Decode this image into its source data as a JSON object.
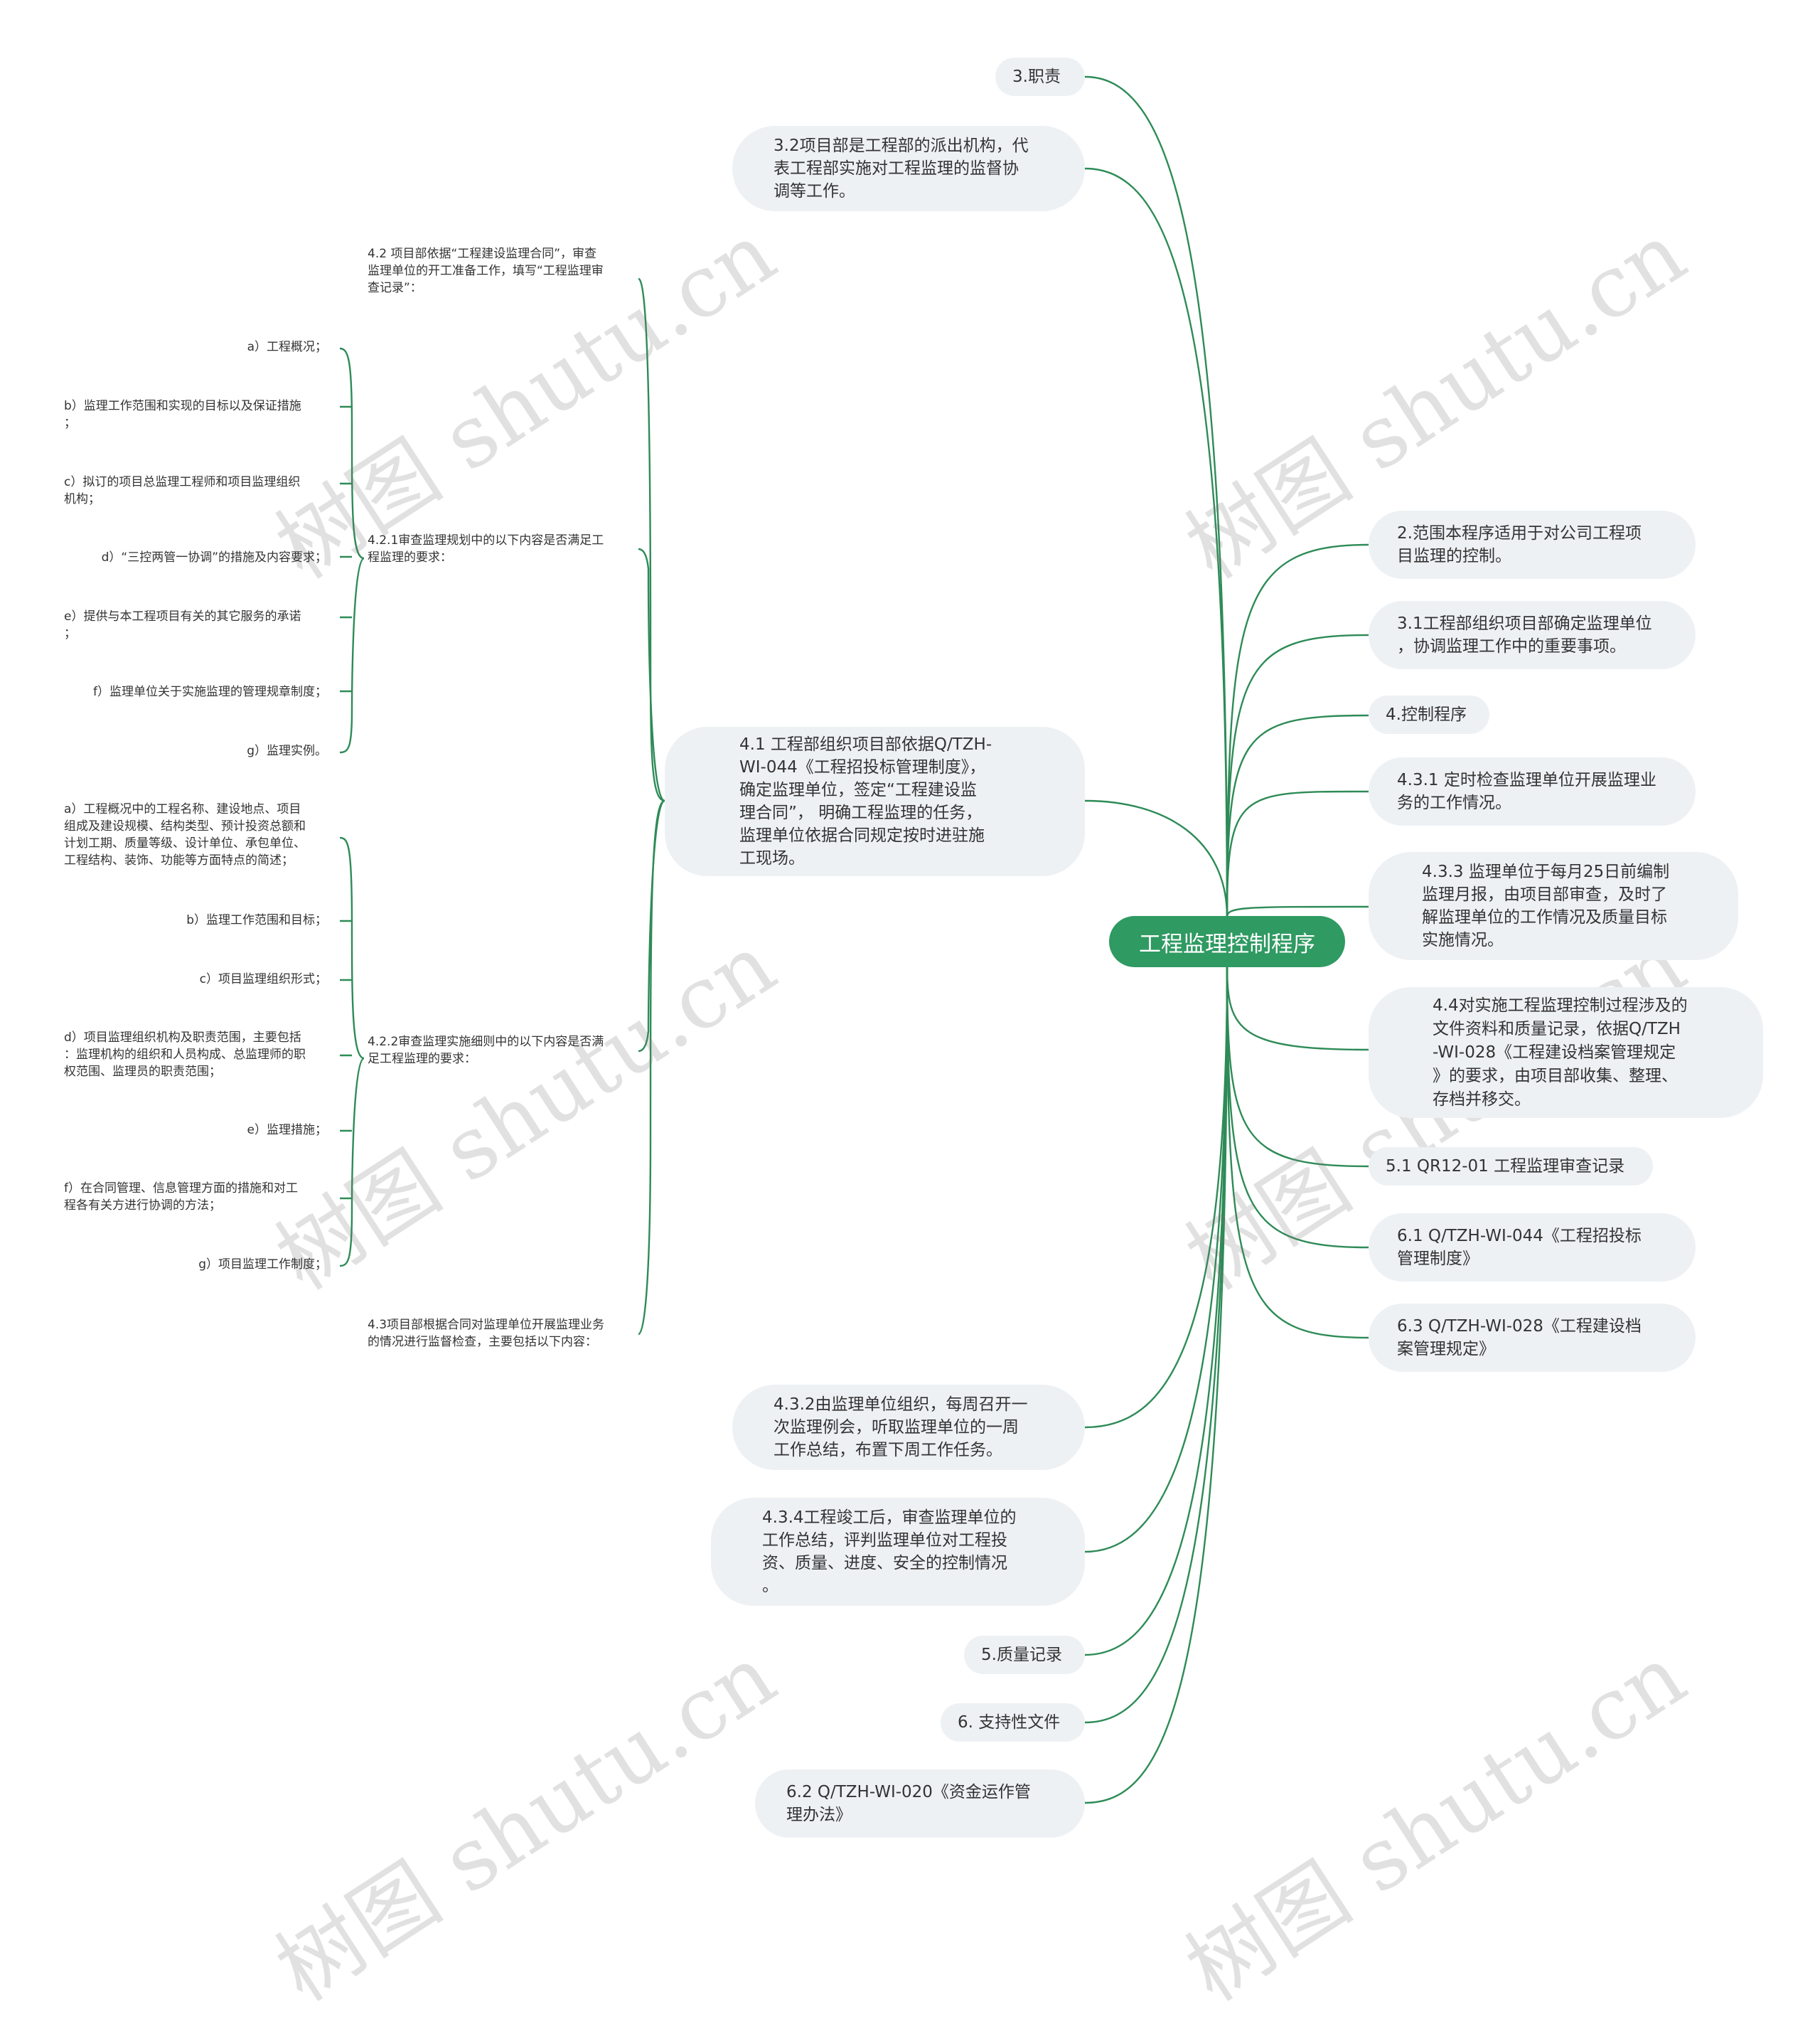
{
  "root": "工程监理控制程序",
  "left_nodes": {
    "n_3": "3.职责",
    "n_32": "3.2项目部是工程部的派出机构，代\n表工程部实施对工程监理的监督协\n调等工作。",
    "n_41": "4.1 工程部组织项目部依据Q/TZH-\nWI-044《工程招投标管理制度》，\n确定监理单位，签定“工程建设监\n理合同”， 明确工程监理的任务，\n监理单位依据合同规定按时进驻施\n工现场。",
    "n_432": "4.3.2由监理单位组织，每周召开一\n次监理例会，听取监理单位的一周\n工作总结，布置下周工作任务。",
    "n_434": "4.3.4工程竣工后，审查监理单位的\n工作总结，评判监理单位对工程投\n资、质量、进度、安全的控制情况\n。",
    "n_5": "5.质量记录",
    "n_6": "6. 支持性文件",
    "n_62": "6.2 Q/TZH-WI-020《资金运作管\n理办法》"
  },
  "right_nodes": {
    "n_2": "2.范围本程序适用于对公司工程项\n目监理的控制。",
    "n_31": "3.1工程部组织项目部确定监理单位\n，协调监理工作中的重要事项。",
    "n_4": "4.控制程序",
    "n_431": "4.3.1 定时检查监理单位开展监理业\n务的工作情况。",
    "n_433": "4.3.3 监理单位于每月25日前编制\n监理月报，由项目部审查，及时了\n解监理单位的工作情况及质量目标\n实施情况。",
    "n_44": "4.4对实施工程监理控制过程涉及的\n文件资料和质量记录，依据Q/TZH\n-WI-028《工程建设档案管理规定\n》的要求，由项目部收集、整理、\n存档并移交。",
    "n_51": "5.1 QR12-01 工程监理审查记录",
    "n_61": "6.1 Q/TZH-WI-044《工程招投标\n管理制度》",
    "n_63": "6.3 Q/TZH-WI-028《工程建设档\n案管理规定》"
  },
  "sub_41": {
    "s_42": "4.2 项目部依据“工程建设监理合同”，审查\n监理单位的开工准备工作，填写“工程监理审\n查记录”：",
    "s_421": "4.2.1审查监理规划中的以下内容是否满足工\n程监理的要求：",
    "s_422": "4.2.2审查监理实施细则中的以下内容是否满\n足工程监理的要求：",
    "s_43": "4.3项目部根据合同对监理单位开展监理业务\n的情况进行监督检查，主要包括以下内容："
  },
  "items_421": [
    "a）工程概况；",
    "b）监理工作范围和实现的目标以及保证措施\n；",
    "c）拟订的项目总监理工程师和项目监理组织\n机构；",
    "d）“三控两管一协调”的措施及内容要求；",
    "e）提供与本工程项目有关的其它服务的承诺\n；",
    "f）监理单位关于实施监理的管理规章制度；",
    "g）监理实例。"
  ],
  "items_422": [
    "a）工程概况中的工程名称、建设地点、项目\n组成及建设规模、结构类型、预计投资总额和\n计划工期、质量等级、设计单位、承包单位、\n工程结构、装饰、功能等方面特点的简述；",
    "b）监理工作范围和目标；",
    "c）项目监理组织形式；",
    "d）项目监理组织机构及职责范围，主要包括\n：监理机构的组织和人员构成、总监理师的职\n权范围、监理员的职责范围；",
    "e）监理措施；",
    "f）在合同管理、信息管理方面的措施和对工\n程各有关方进行协调的方法；",
    "g）项目监理工作制度；"
  ],
  "watermark": "树图 shutu.cn",
  "colors": {
    "line": "#2e8b57",
    "root_bg": "#2f9a62",
    "node_bg": "#eef1f4"
  }
}
